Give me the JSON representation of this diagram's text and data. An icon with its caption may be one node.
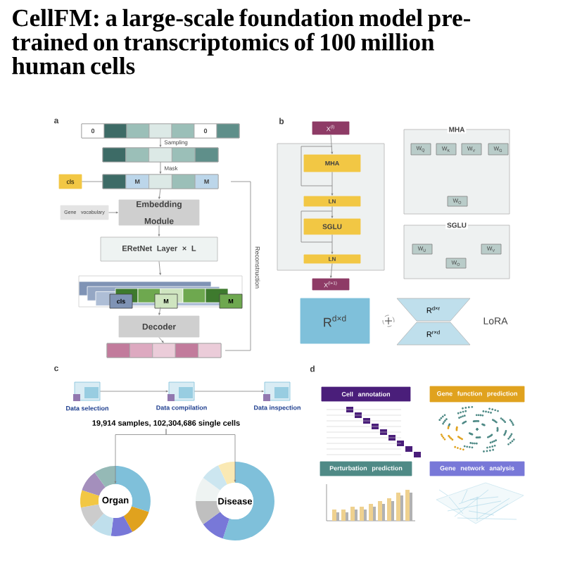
{
  "diagram": {
    "title": "CellFM: a large-scale foundation model pre-trained on transcriptomics of 100 million human cells",
    "nodes": [
      {
        "text": [
          "0",
          "0"
        ]
      },
      {
        "text": [],
        "shape": "bar"
      },
      {
        "text": [
          "cls"
        ]
      },
      {
        "text": [
          "M",
          "M"
        ]
      },
      {
        "text": [
          "Gene vocabulary"
        ]
      },
      {
        "text": [
          "Embedding Module"
        ]
      },
      {
        "text": [
          "ERetNet Layer × L"
        ]
      },
      {
        "text": [
          "cls",
          "M",
          "M"
        ]
      },
      {
        "text": [
          "Decoder"
        ]
      },
      {
        "text": [],
        "shape": "bar"
      },
      {
        "text": [
          "X$^{(l)}$"
        ]
      },
      {
        "text": [
          "MHA"
        ]
      },
      {
        "text": [
          "LN"
        ]
      },
      {
        "text": [
          "SGLU"
        ]
      },
      {
        "text": [
          "LN"
        ]
      },
      {
        "text": [
          "X$^{(l+1)}$"
        ]
      },
      {
        "text": [
          "MHA"
        ]
      },
      {
        "text": [
          "W$_{Q}$"
        ],
        "in": 16
      },
      {
        "text": [
          "W$_{K}$"
        ],
        "in": 16
      },
      {
        "text": [
          "W$_{V}$"
        ],
        "in": 16
      },
      {
        "text": [
          "W$_{G}$"
        ],
        "in": 16
      },
      {
        "text": [
          "W$_{O}$"
        ],
        "in": 16
      },
      {
        "text": [
          "SGLU"
        ]
      },
      {
        "text": [
          "W$_{U}$"
        ],
        "in": 22
      },
      {
        "text": [
          "W$_{V}$"
        ],
        "in": 22
      },
      {
        "text": [
          "W$_{O}$"
        ],
        "in": 22
      },
      {
        "text": [
          "R$^{d×d}$"
        ]
      },
      {
        "text": [
          "R$^{d×r}$"
        ]
      },
      {
        "text": [
          "R$^{r×d}$"
        ]
      },
      {
        "text": [
          "Data selection"
        ]
      },
      {
        "text": [
          "Data compilation"
        ]
      },
      {
        "text": [
          "Data inspection"
        ]
      },
      {
        "text": [
          "19,914 samples, 102,304,686 single cells"
        ]
      },
      {
        "text": [
          "Organ"
        ]
      },
      {
        "text": [
          "Disease"
        ]
      },
      {
        "text": [
          "Cell annotation"
        ]
      },
      {
        "text": [
          "Gene function prediction"
        ]
      },
      {
        "text": [
          "Perturbation prediction"
        ]
      },
      {
        "text": [
          "Gene network analysis"
        ]
      }
    ],
    "edges": [
      {
        "from": 0,
        "to": 1,
        "arrow": "to",
        "label": "Sampling"
      },
      {
        "from": 1,
        "to": 3,
        "arrow": "to",
        "label": "Mask"
      },
      {
        "from": 2,
        "to": 3,
        "arrow": "none"
      },
      {
        "from": 3,
        "to": 5,
        "arrow": "to"
      },
      {
        "from": 4,
        "to": 5,
        "arrow": "to"
      },
      {
        "from": 5,
        "to": 6,
        "arrow": "to"
      },
      {
        "from": 6,
        "to": 7,
        "arrow": "to"
      },
      {
        "from": 7,
        "to": 8,
        "arrow": "to"
      },
      {
        "from": 8,
        "to": 9,
        "arrow": "to"
      },
      {
        "from": 10,
        "to": 11,
        "arrow": "to"
      },
      {
        "from": 11,
        "to": 12,
        "arrow": "to"
      },
      {
        "from": 12,
        "to": 13,
        "arrow": "to"
      },
      {
        "from": 13,
        "to": 14,
        "arrow": "to"
      },
      {
        "from": 14,
        "to": 15,
        "arrow": "to"
      },
      {
        "from": 29,
        "to": 30,
        "arrow": "to"
      },
      {
        "from": 30,
        "to": 31,
        "arrow": "to"
      },
      {
        "from": 32,
        "to": 33,
        "arrow": "to"
      },
      {
        "from": 32,
        "to": 34,
        "arrow": "to"
      }
    ],
    "labels": [
      "a",
      "b",
      "c",
      "d",
      "Reconstruction",
      "LoRA"
    ]
  }
}
